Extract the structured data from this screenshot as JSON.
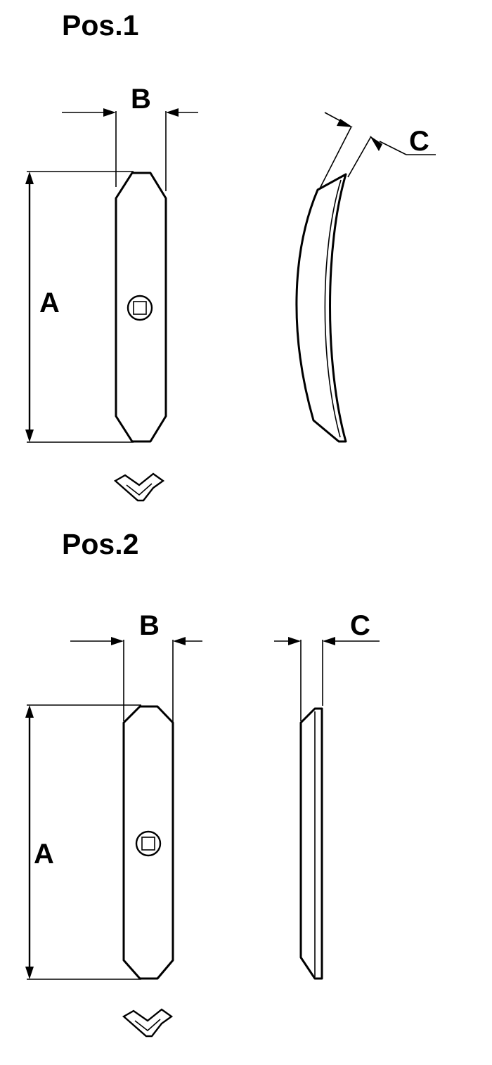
{
  "positions": [
    {
      "title": "Pos.1",
      "label_a": "A",
      "label_b": "B",
      "label_c": "C"
    },
    {
      "title": "Pos.2",
      "label_a": "A",
      "label_b": "B",
      "label_c": "C"
    }
  ]
}
